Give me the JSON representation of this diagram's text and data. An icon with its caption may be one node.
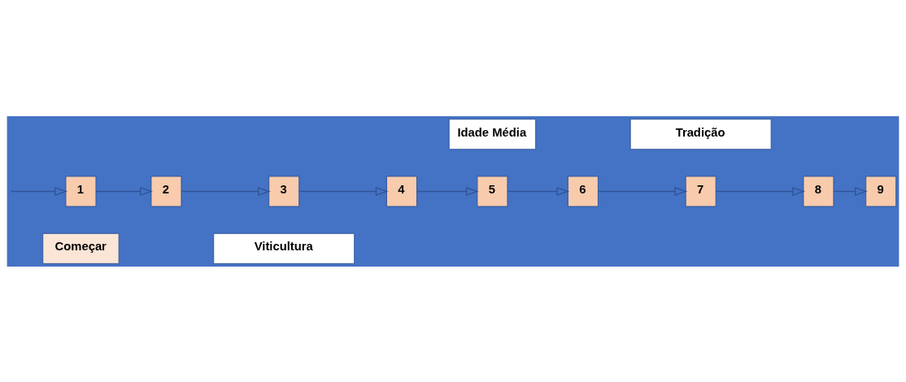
{
  "diagram": {
    "nodes": [
      {
        "text": [
          "Viticultura"
        ]
      },
      {
        "text": [
          "Começar"
        ]
      },
      {
        "text": [
          "4"
        ]
      },
      {
        "text": [
          "3"
        ]
      },
      {
        "text": [
          "2"
        ]
      },
      {
        "text": [
          "1"
        ]
      },
      {
        "text": [
          "Idade Média"
        ]
      },
      {
        "text": [
          "5"
        ]
      },
      {
        "text": [
          "6"
        ]
      },
      {
        "text": [
          "7"
        ]
      },
      {
        "text": [
          "8"
        ]
      },
      {
        "text": [
          "9"
        ]
      },
      {
        "text": [
          "Tradição"
        ]
      }
    ],
    "edges": [
      {
        "from": null,
        "to": 5,
        "arrow": "to"
      },
      {
        "from": 5,
        "to": 4,
        "arrow": "to"
      },
      {
        "from": 4,
        "to": 3,
        "arrow": "to"
      },
      {
        "from": 3,
        "to": 2,
        "arrow": "to"
      },
      {
        "from": 2,
        "to": 7,
        "arrow": "to"
      },
      {
        "from": 7,
        "to": 8,
        "arrow": "to"
      },
      {
        "from": 8,
        "to": 9,
        "arrow": "to"
      },
      {
        "from": 9,
        "to": 10,
        "arrow": "to"
      },
      {
        "from": 10,
        "to": 11,
        "arrow": "to"
      }
    ]
  }
}
